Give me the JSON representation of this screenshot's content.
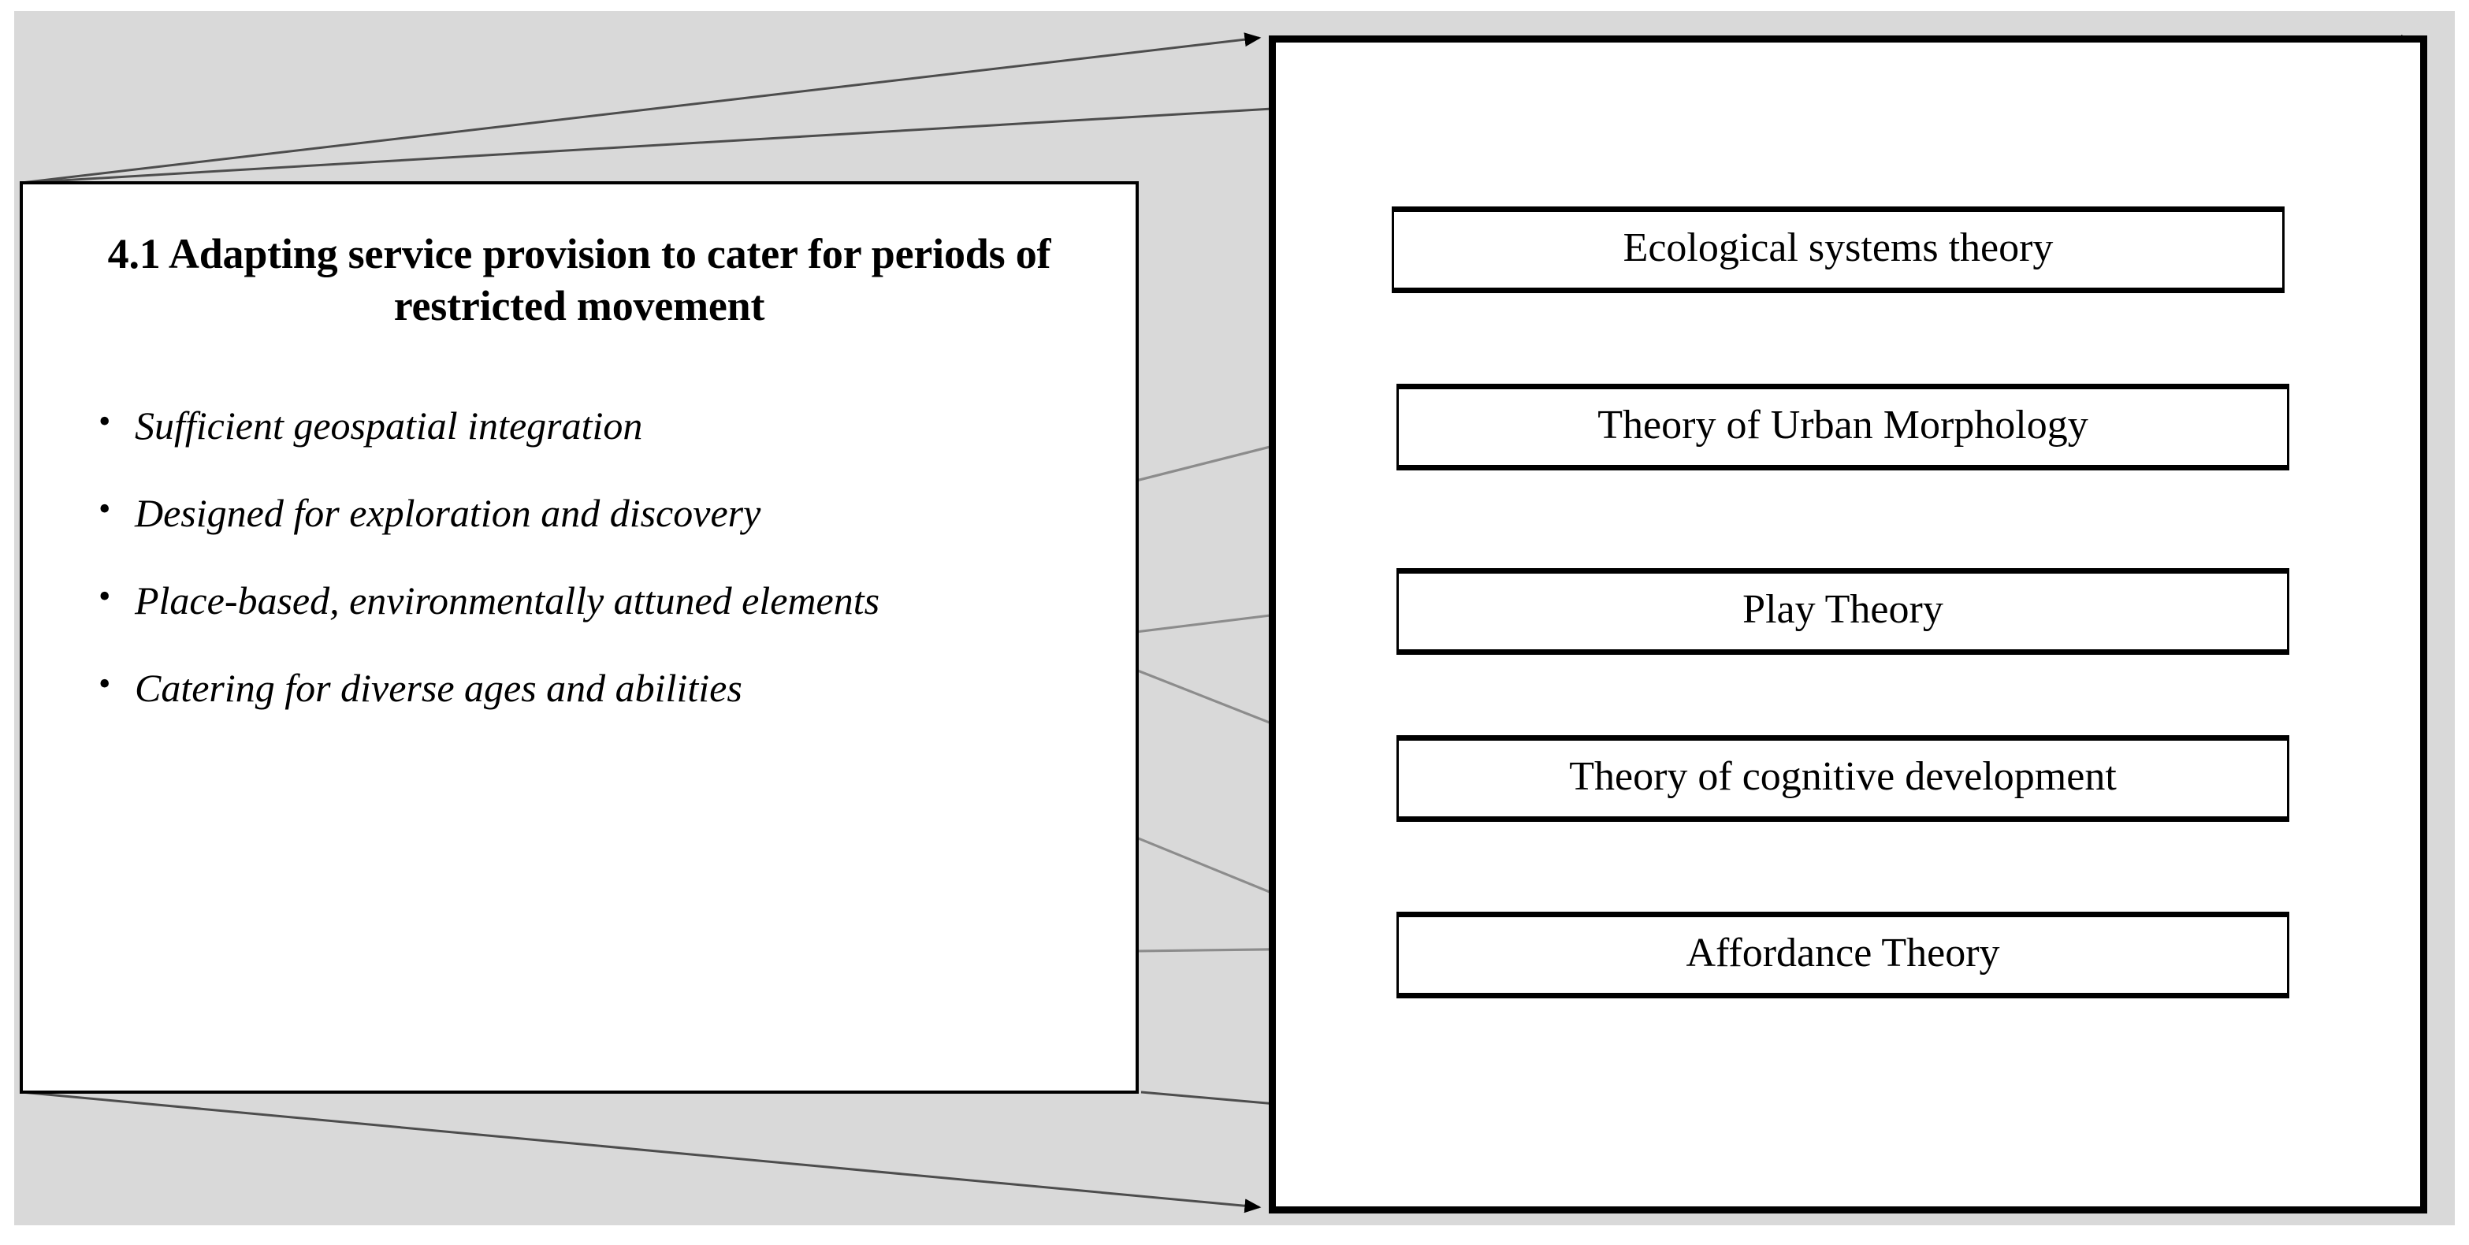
{
  "diagram": {
    "title_note": "Adapting service provision framework mapped to supporting theories",
    "colors": {
      "backdrop": "#d9d9d9",
      "panel_fill": "#ffffff",
      "stroke": "#000000",
      "connector": "#8c8c8c"
    }
  },
  "left_panel": {
    "heading": "4.1 Adapting service provision to cater for periods of restricted movement",
    "bullets": [
      "Sufficient geospatial integration",
      "Designed for exploration and discovery",
      "Place-based, environmentally attuned elements",
      "Catering for diverse ages and abilities"
    ]
  },
  "right_panel": {
    "theories": [
      "Ecological systems theory",
      "Theory of Urban Morphology",
      "Play Theory",
      "Theory of cognitive development",
      "Affordance Theory"
    ]
  },
  "connectors": {
    "mappings": [
      {
        "from": "Sufficient geospatial integration",
        "to": "Theory of Urban Morphology"
      },
      {
        "from": "Designed for exploration and discovery",
        "to": "Play Theory"
      },
      {
        "from": "Designed for exploration and discovery",
        "to": "Theory of cognitive development"
      },
      {
        "from": "Place-based, environmentally attuned elements",
        "to": "Affordance Theory"
      },
      {
        "from": "Catering for diverse ages and abilities",
        "to": "Affordance Theory"
      }
    ]
  }
}
